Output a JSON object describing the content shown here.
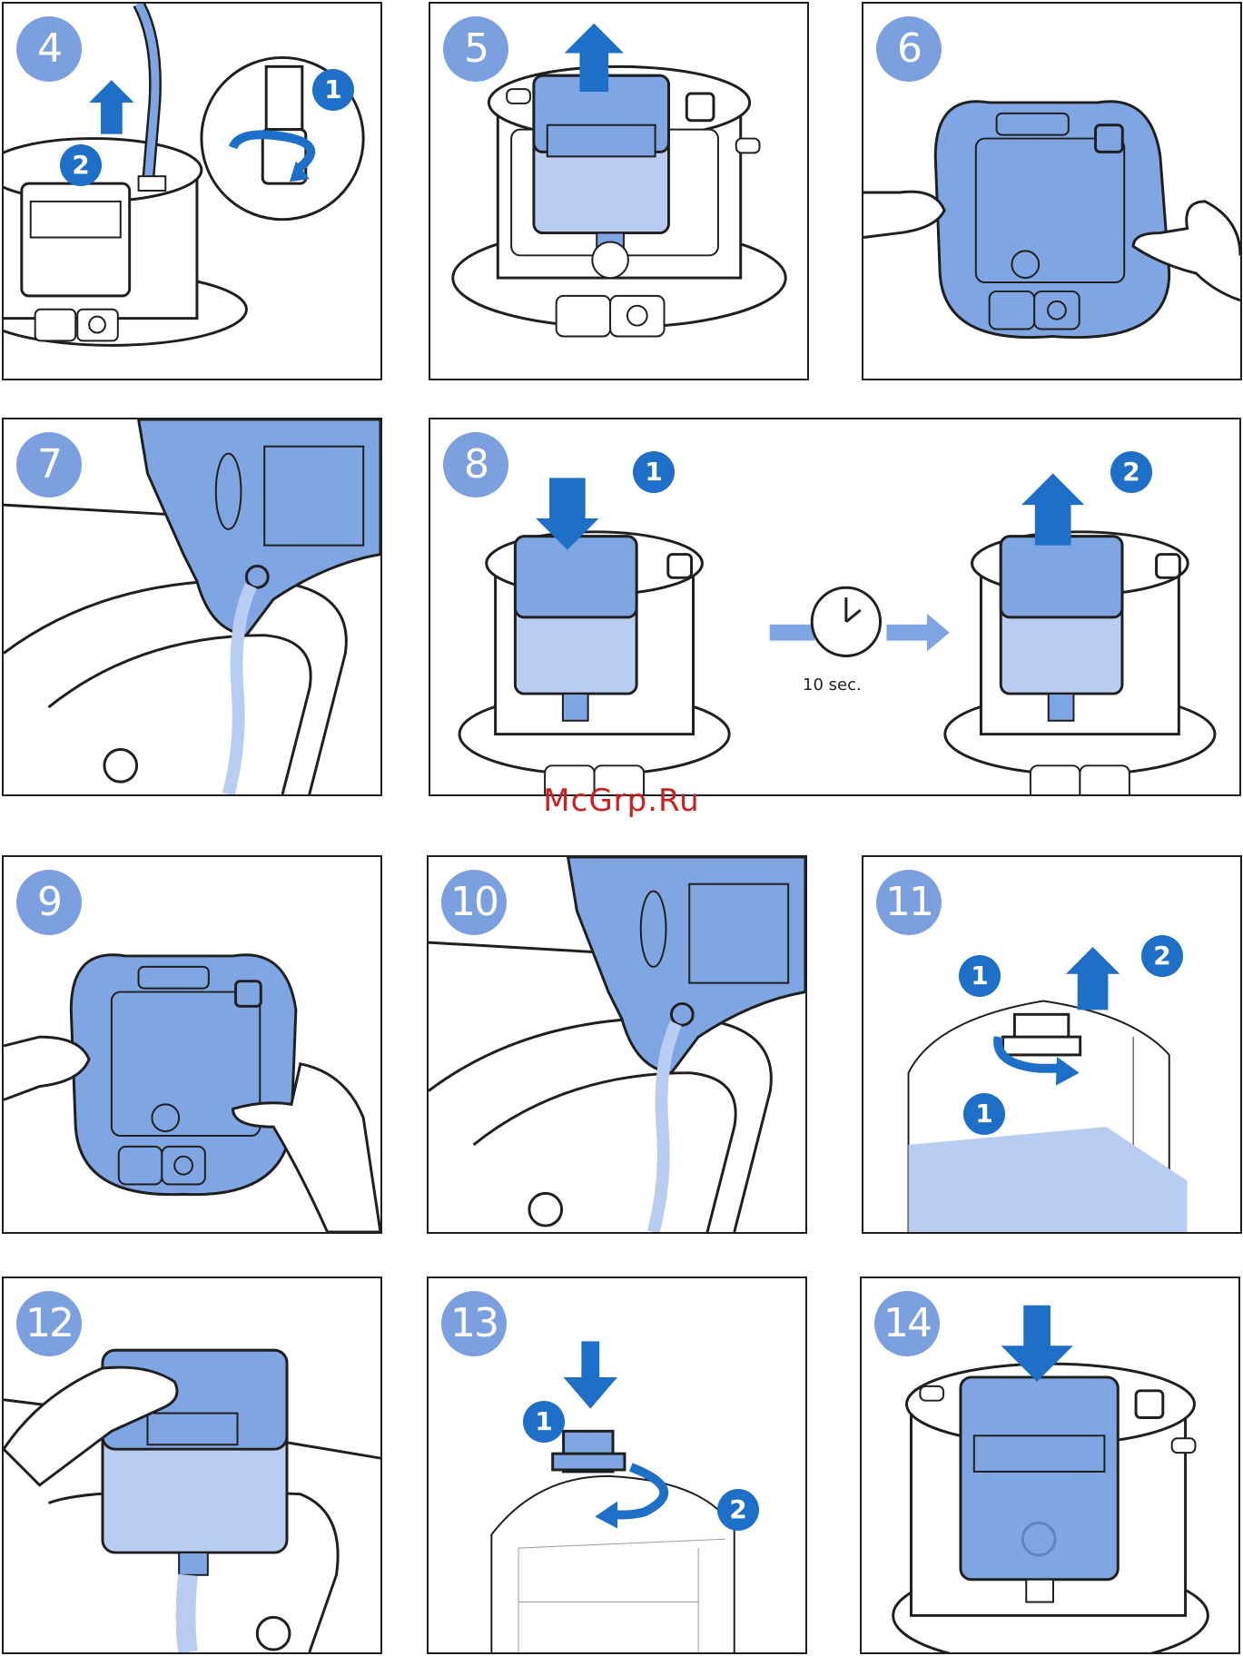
{
  "watermark": "McGrp.Ru",
  "colors": {
    "step_badge": "#7c9fe0",
    "sub_badge": "#1e6fc7",
    "tank_blue": "#7fa6e2",
    "water_light": "#b9cdf2",
    "outline": "#1f1f1f"
  },
  "panels": [
    {
      "step": "4",
      "subs": [
        "1",
        "2"
      ]
    },
    {
      "step": "5",
      "subs": []
    },
    {
      "step": "6",
      "subs": []
    },
    {
      "step": "7",
      "subs": []
    },
    {
      "step": "8",
      "subs": [
        "1",
        "2"
      ],
      "timer_label": "10 sec."
    },
    {
      "step": "9",
      "subs": []
    },
    {
      "step": "10",
      "subs": []
    },
    {
      "step": "11",
      "subs": [
        "1",
        "2",
        "1"
      ]
    },
    {
      "step": "12",
      "subs": []
    },
    {
      "step": "13",
      "subs": [
        "1",
        "2"
      ]
    },
    {
      "step": "14",
      "subs": []
    }
  ]
}
